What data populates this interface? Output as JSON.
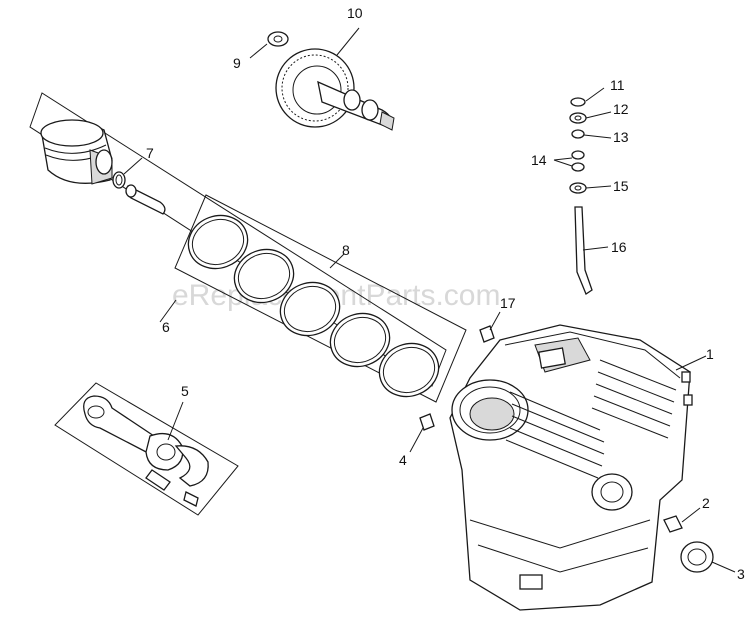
{
  "watermark": "eReplacementParts.com",
  "callouts": [
    "1",
    "2",
    "3",
    "4",
    "5",
    "6",
    "7",
    "8",
    "9",
    "10",
    "11",
    "12",
    "13",
    "14",
    "15",
    "16",
    "17"
  ]
}
